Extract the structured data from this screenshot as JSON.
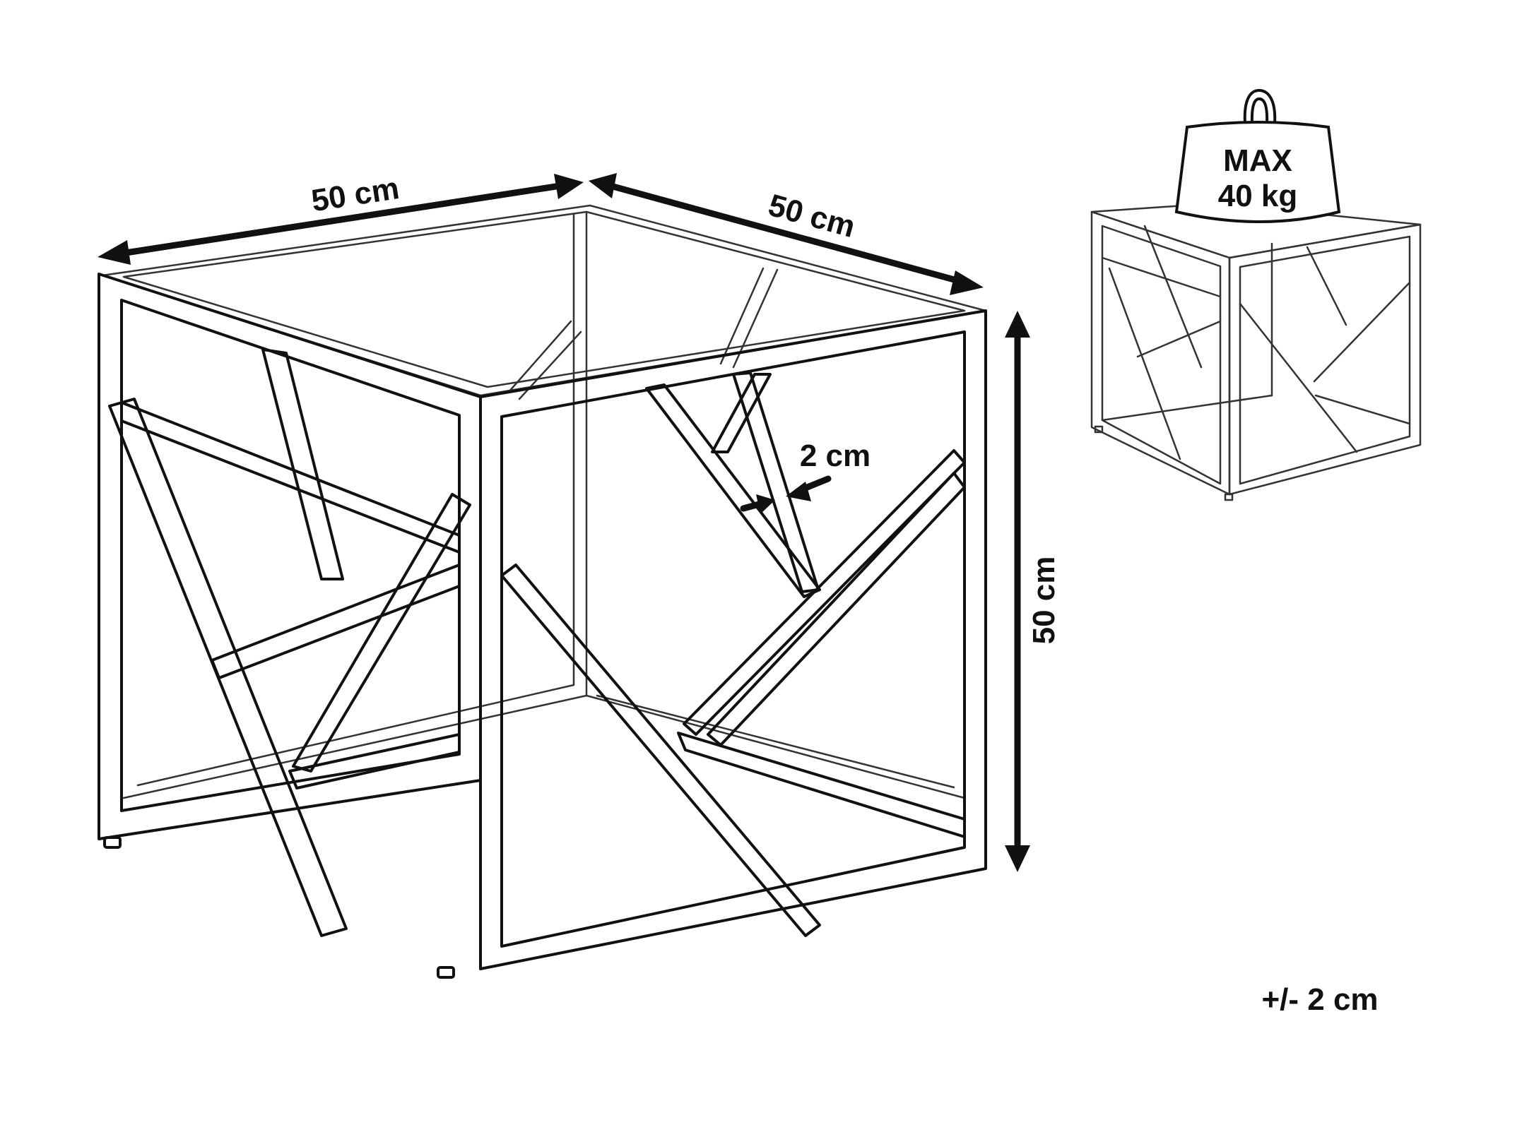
{
  "dimensions": {
    "width_label": "50 cm",
    "depth_label": "50 cm",
    "height_label": "50 cm",
    "tube_label": "2 cm"
  },
  "load": {
    "line1": "MAX",
    "line2": "40 kg"
  },
  "tolerance": "+/- 2 cm"
}
